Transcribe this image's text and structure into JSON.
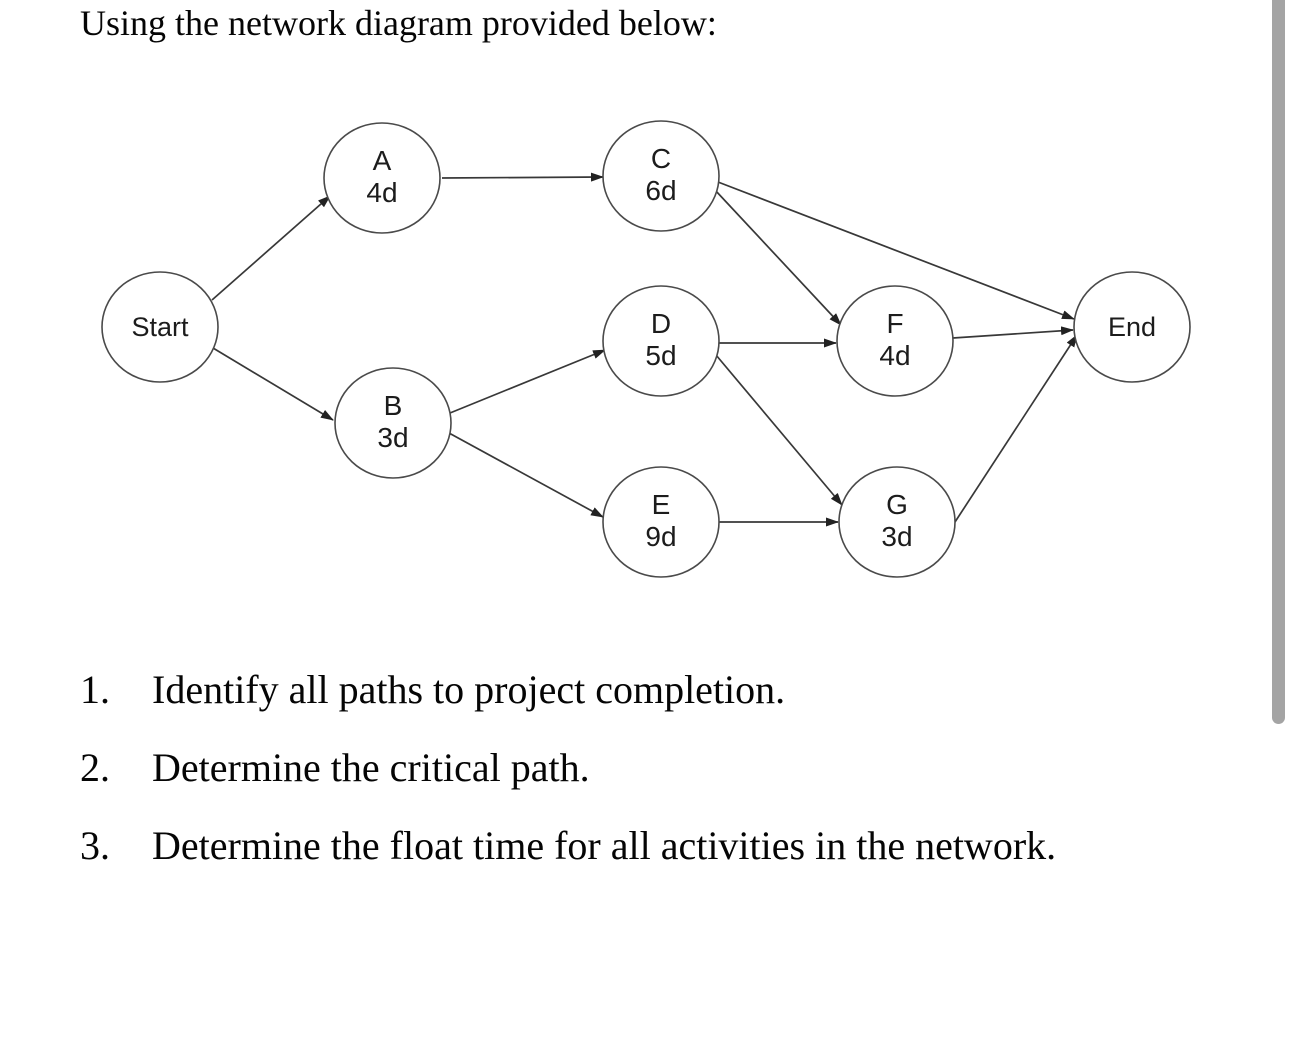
{
  "title": "Using the network diagram provided below:",
  "diagram": {
    "nodes": [
      {
        "id": "start",
        "label": "Start",
        "duration": ""
      },
      {
        "id": "a",
        "label": "A",
        "duration": "4d"
      },
      {
        "id": "b",
        "label": "B",
        "duration": "3d"
      },
      {
        "id": "c",
        "label": "C",
        "duration": "6d"
      },
      {
        "id": "d",
        "label": "D",
        "duration": "5d"
      },
      {
        "id": "e",
        "label": "E",
        "duration": "9d"
      },
      {
        "id": "f",
        "label": "F",
        "duration": "4d"
      },
      {
        "id": "g",
        "label": "G",
        "duration": "3d"
      },
      {
        "id": "end",
        "label": "End",
        "duration": ""
      }
    ],
    "edges": [
      {
        "from": "Start",
        "to": "A"
      },
      {
        "from": "Start",
        "to": "B"
      },
      {
        "from": "A",
        "to": "C"
      },
      {
        "from": "B",
        "to": "D"
      },
      {
        "from": "B",
        "to": "E"
      },
      {
        "from": "C",
        "to": "F"
      },
      {
        "from": "C",
        "to": "End"
      },
      {
        "from": "D",
        "to": "F"
      },
      {
        "from": "D",
        "to": "G"
      },
      {
        "from": "E",
        "to": "G"
      },
      {
        "from": "F",
        "to": "End"
      },
      {
        "from": "G",
        "to": "End"
      }
    ]
  },
  "questions": [
    {
      "number": "1.",
      "text": "Identify all paths to project completion."
    },
    {
      "number": "2.",
      "text": "Determine the critical path."
    },
    {
      "number": "3.",
      "text": "Determine the float time for all activities in the network."
    }
  ]
}
